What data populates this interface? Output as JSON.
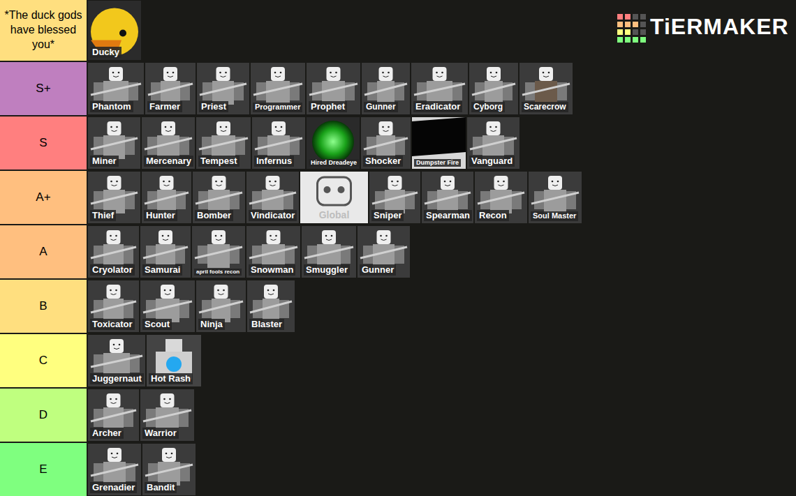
{
  "diagram": {
    "nodes": [
      {
        "text": [
          "*The duck gods have blessed you*"
        ]
      },
      {
        "text": [
          "Ducky"
        ],
        "in": 0
      },
      {
        "text": [
          "S+"
        ]
      },
      {
        "text": [
          "Phantom"
        ],
        "in": 2
      },
      {
        "text": [
          "Farmer"
        ],
        "in": 2
      },
      {
        "text": [
          "Priest"
        ],
        "in": 2
      },
      {
        "text": [
          "Programmer"
        ],
        "in": 2
      },
      {
        "text": [
          "Prophet"
        ],
        "in": 2
      },
      {
        "text": [
          "Gunner"
        ],
        "in": 2
      },
      {
        "text": [
          "Eradicator"
        ],
        "in": 2
      },
      {
        "text": [
          "Cyborg"
        ],
        "in": 2
      },
      {
        "text": [
          "Scarecrow"
        ],
        "in": 2
      },
      {
        "text": [
          "S"
        ]
      },
      {
        "text": [
          "Miner"
        ],
        "in": 12
      },
      {
        "text": [
          "Mercenary"
        ],
        "in": 12
      },
      {
        "text": [
          "Tempest"
        ],
        "in": 12
      },
      {
        "text": [
          "Infernus"
        ],
        "in": 12
      },
      {
        "text": [
          "Hired Dreadeye"
        ],
        "in": 12
      },
      {
        "text": [
          "Shocker"
        ],
        "in": 12
      },
      {
        "text": [
          "Dumpster Fire"
        ],
        "in": 12
      },
      {
        "text": [
          "Vanguard"
        ],
        "in": 12
      },
      {
        "text": [
          "A+"
        ]
      },
      {
        "text": [
          "Thief"
        ],
        "in": 21
      },
      {
        "text": [
          "Hunter"
        ],
        "in": 21
      },
      {
        "text": [
          "Bomber"
        ],
        "in": 21
      },
      {
        "text": [
          "Vindicator"
        ],
        "in": 21
      },
      {
        "text": [
          "Global"
        ],
        "in": 21
      },
      {
        "text": [
          "Sniper"
        ],
        "in": 21
      },
      {
        "text": [
          "Spearman"
        ],
        "in": 21
      },
      {
        "text": [
          "Recon"
        ],
        "in": 21
      },
      {
        "text": [
          "Soul Master"
        ],
        "in": 21
      },
      {
        "text": [
          "A"
        ]
      },
      {
        "text": [
          "Cryolator"
        ],
        "in": 31
      },
      {
        "text": [
          "Samurai"
        ],
        "in": 31
      },
      {
        "text": [
          "april fools recon"
        ],
        "in": 31
      },
      {
        "text": [
          "Snowman"
        ],
        "in": 31
      },
      {
        "text": [
          "Smuggler"
        ],
        "in": 31
      },
      {
        "text": [
          "Gunner"
        ],
        "in": 31
      },
      {
        "text": [
          "B"
        ]
      },
      {
        "text": [
          "Toxicator"
        ],
        "in": 38
      },
      {
        "text": [
          "Scout"
        ],
        "in": 38
      },
      {
        "text": [
          "Ninja"
        ],
        "in": 38
      },
      {
        "text": [
          "Blaster"
        ],
        "in": 38
      },
      {
        "text": [
          "C"
        ]
      },
      {
        "text": [
          "Juggernaut"
        ],
        "in": 43
      },
      {
        "text": [
          "Hot Rash"
        ],
        "in": 43
      },
      {
        "text": [
          "D"
        ]
      },
      {
        "text": [
          "Archer"
        ],
        "in": 46
      },
      {
        "text": [
          "Warrior"
        ],
        "in": 46
      },
      {
        "text": [
          "E"
        ]
      },
      {
        "text": [
          "Grenadier"
        ],
        "in": 49
      },
      {
        "text": [
          "Bandit"
        ],
        "in": 49
      }
    ],
    "labels": [
      "TiERMAKER"
    ]
  }
}
